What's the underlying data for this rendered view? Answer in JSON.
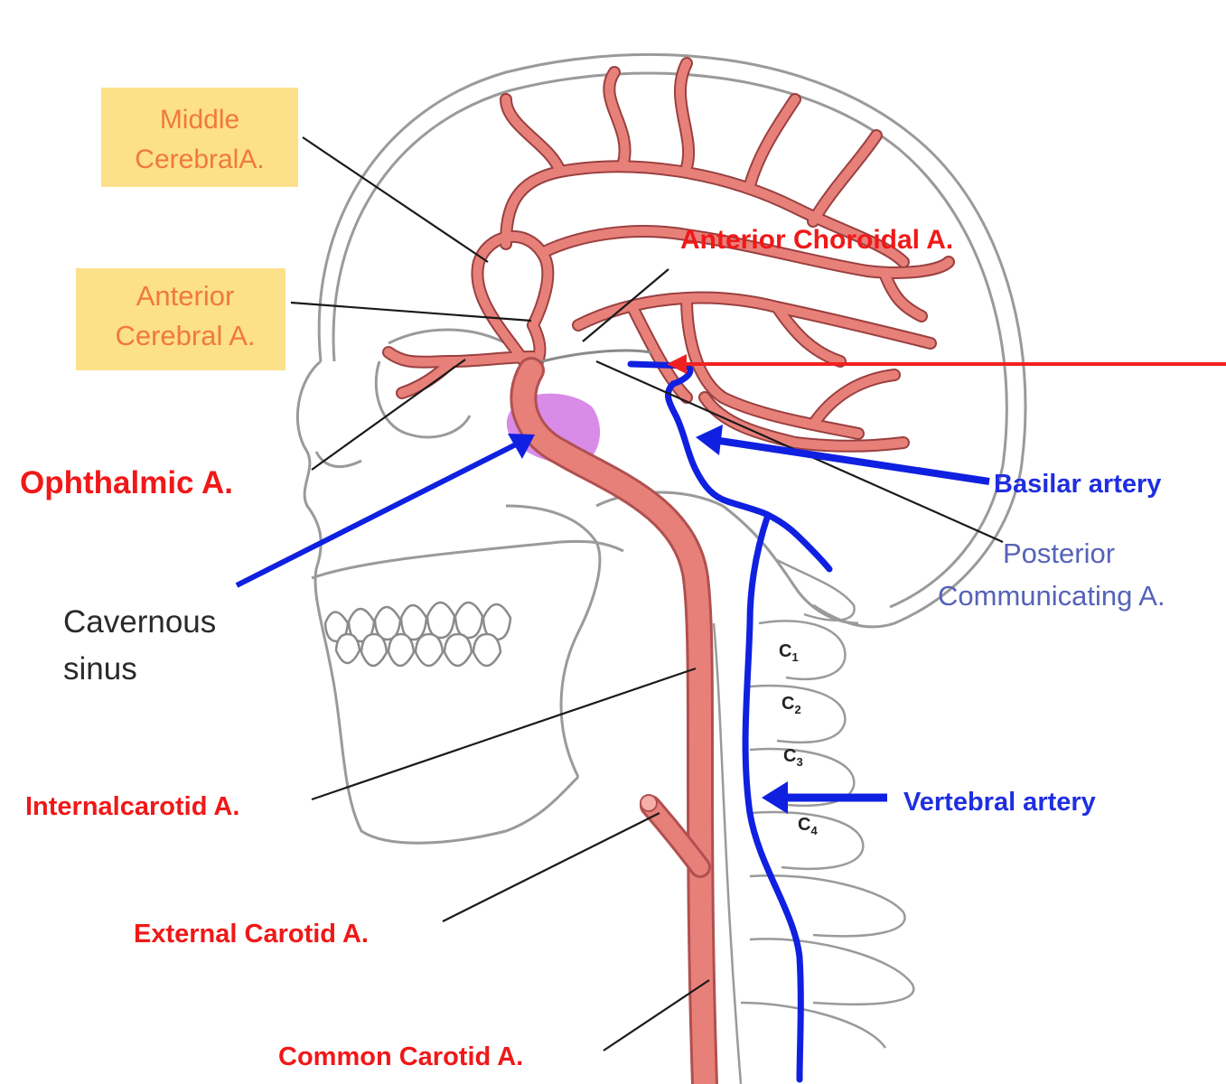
{
  "labels": {
    "middle_cerebral_line1": "Middle",
    "middle_cerebral_line2": "CerebralA.",
    "anterior_cerebral_line1": "Anterior",
    "anterior_cerebral_line2": "Cerebral A.",
    "anterior_choroidal": "Anterior Choroidal A.",
    "ophthalmic": "Ophthalmic A.",
    "cavernous_line1": "Cavernous",
    "cavernous_line2": "sinus",
    "basilar": "Basilar artery",
    "posterior_comm_line1": "Posterior",
    "posterior_comm_line2": "Communicating A.",
    "internal_carotid": "Internalcarotid A.",
    "vertebral": "Vertebral artery",
    "external_carotid": "External Carotid A.",
    "common_carotid": "Common Carotid A."
  },
  "vertebrae": [
    "C",
    "C",
    "C",
    "C"
  ],
  "vertebrae_sub": [
    "1",
    "2",
    "3",
    "4"
  ],
  "colors": {
    "artery": "#e8807a",
    "artery_dark": "#c05050",
    "vein_blue": "#1020e0",
    "sinus": "#d98be8",
    "label_bg": "#fde08a",
    "red_arrow": "#f02020",
    "outline": "#9a9a9a"
  }
}
